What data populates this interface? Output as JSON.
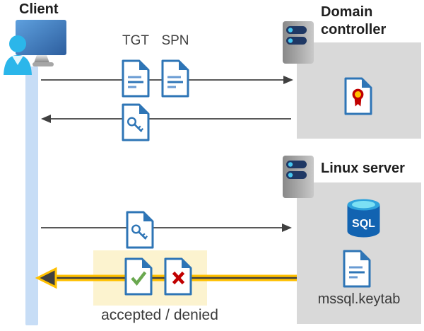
{
  "diagram": {
    "client": {
      "label": "Client"
    },
    "domain_controller": {
      "label": "Domain controller"
    },
    "linux_server": {
      "label": "Linux server",
      "sql_label": "SQL",
      "keytab_label": "mssql.keytab"
    },
    "flows": [
      {
        "id": "request-tickets",
        "direction": "client-to-domain-controller",
        "ticket_labels": [
          "TGT",
          "SPN"
        ],
        "icons": [
          "document-icon",
          "document-icon"
        ]
      },
      {
        "id": "return-key-ticket",
        "direction": "domain-controller-to-client",
        "icons": [
          "key-document-icon"
        ]
      },
      {
        "id": "present-key-ticket",
        "direction": "client-to-linux-server",
        "icons": [
          "key-document-icon"
        ]
      },
      {
        "id": "accept-deny-response",
        "direction": "linux-server-to-client",
        "label": "accepted / denied",
        "highlighted": true,
        "icons": [
          "accepted-document-icon",
          "denied-document-icon"
        ]
      }
    ],
    "icons": [
      "client-workstation-icon",
      "server-icon",
      "document-icon",
      "key-document-icon",
      "certificate-icon",
      "sql-database-icon",
      "keytab-document-icon",
      "accepted-document-icon",
      "denied-document-icon"
    ],
    "colors": {
      "document_blue": "#2E75B6",
      "arrow_gray": "#595959",
      "arrowhead_dark": "#404040",
      "server_box_gray": "#D9D9D9",
      "timeline_blue": "#C7DDF6",
      "highlight_cream": "#FCF3CF",
      "yellow_arrow": "#FFC000",
      "accepted_green": "#6AA84F",
      "denied_red": "#C00000",
      "client_cyan": "#2BB6EA",
      "sql_body_blue": "#1263B1",
      "sql_top_cyan": "#7BE0F4",
      "server_pill_navy": "#1F3864",
      "certificate_seal_yellow": "#FFC000"
    }
  }
}
